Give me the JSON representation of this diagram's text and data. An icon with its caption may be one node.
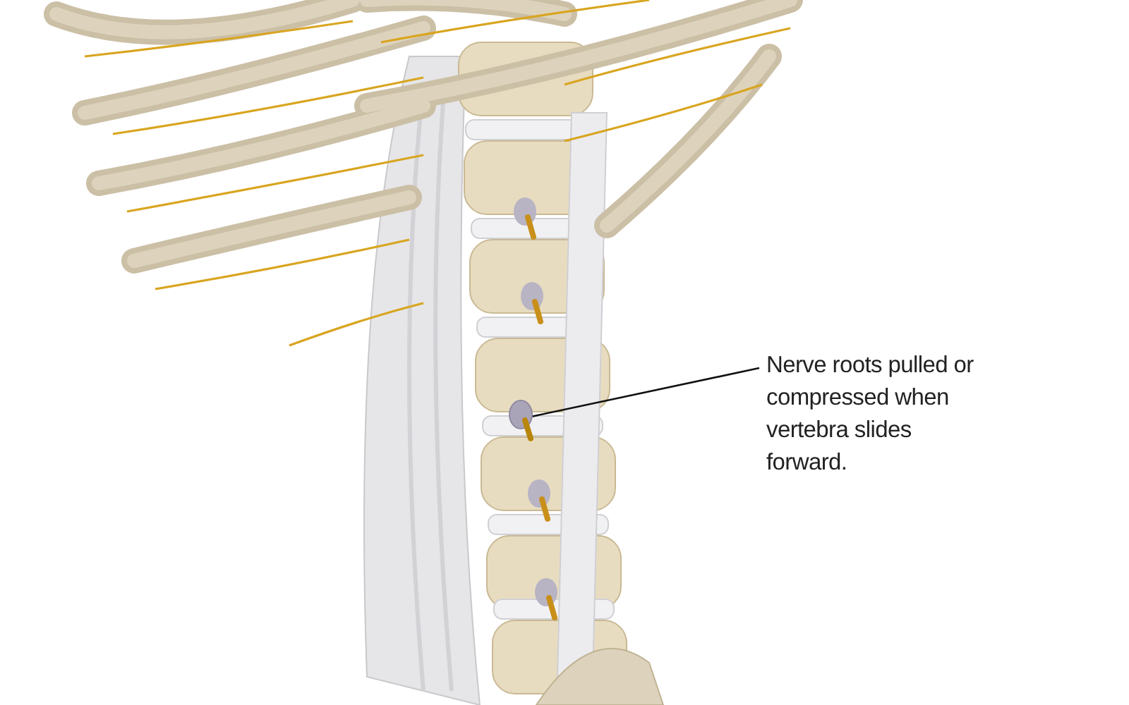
{
  "diagram": {
    "nodes": [
      {
        "text": [
          "Nerve roots pulled or compressed when vertebra slides forward."
        ]
      },
      {
        "text": [],
        "shape": "circle"
      }
    ],
    "edges": [
      {
        "from": 0,
        "to": 1,
        "arrow": "none"
      }
    ]
  }
}
